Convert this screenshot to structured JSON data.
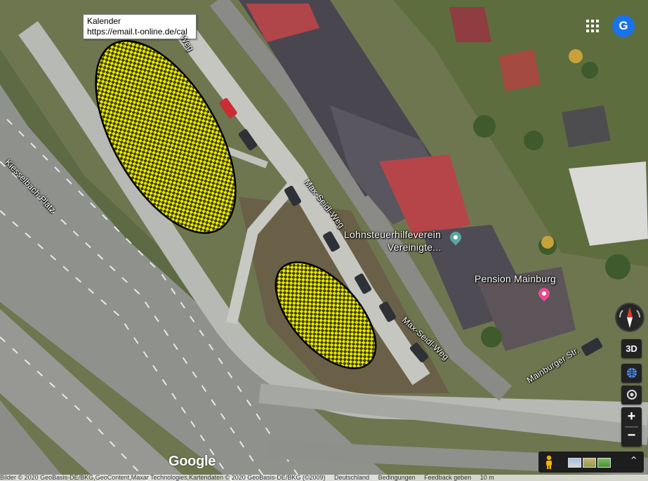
{
  "tooltip": {
    "title": "Kalender",
    "url": "https://email.t-online.de/cal"
  },
  "streets": {
    "kiesselbach": "Kiesselbach-Platz",
    "max_seidl_upper": "Max-Seidl-Weg",
    "max_seidl_lower": "Max-Seidl-Weg",
    "max_seidl_top": "Weg",
    "mainburger": "Mainburger Str."
  },
  "pois": {
    "lohnsteuer_line1": "Lohnsteuerhilfeverein",
    "lohnsteuer_line2": "Vereinigte...",
    "pension": "Pension Mainburg"
  },
  "account": {
    "avatar_letter": "G"
  },
  "controls": {
    "three_d": "3D",
    "zoom_in": "+",
    "zoom_out": "−",
    "expand": "⌃"
  },
  "branding": {
    "logo": "Google"
  },
  "attribution": {
    "imagery": "Bilder © 2020 GeoBasis-DE/BKG,GeoContent,Maxar Technologies,Kartendaten © 2020 GeoBasis-DE/BKG (©2009)",
    "country": "Deutschland",
    "terms": "Bedingungen",
    "feedback": "Feedback geben",
    "scale": "10 m"
  },
  "colors": {
    "highlight_yellow": "#e8e800",
    "highlight_dark": "#3d3d00",
    "avatar": "#1a73e8"
  },
  "icons": [
    "apps-grid-icon",
    "compass-icon",
    "globe-icon",
    "my-location-icon",
    "pegman-icon",
    "layers-icon",
    "expand-icon"
  ]
}
